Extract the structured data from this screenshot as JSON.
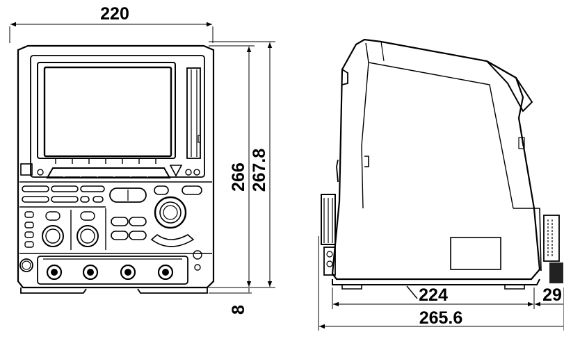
{
  "dimensions": {
    "width": "220",
    "height_inner": "266",
    "height_outer": "267.8",
    "foot": "8",
    "depth": "224",
    "depth_extra": "29",
    "depth_total": "265.6"
  },
  "colors": {
    "line": "#000000",
    "background": "#ffffff"
  }
}
